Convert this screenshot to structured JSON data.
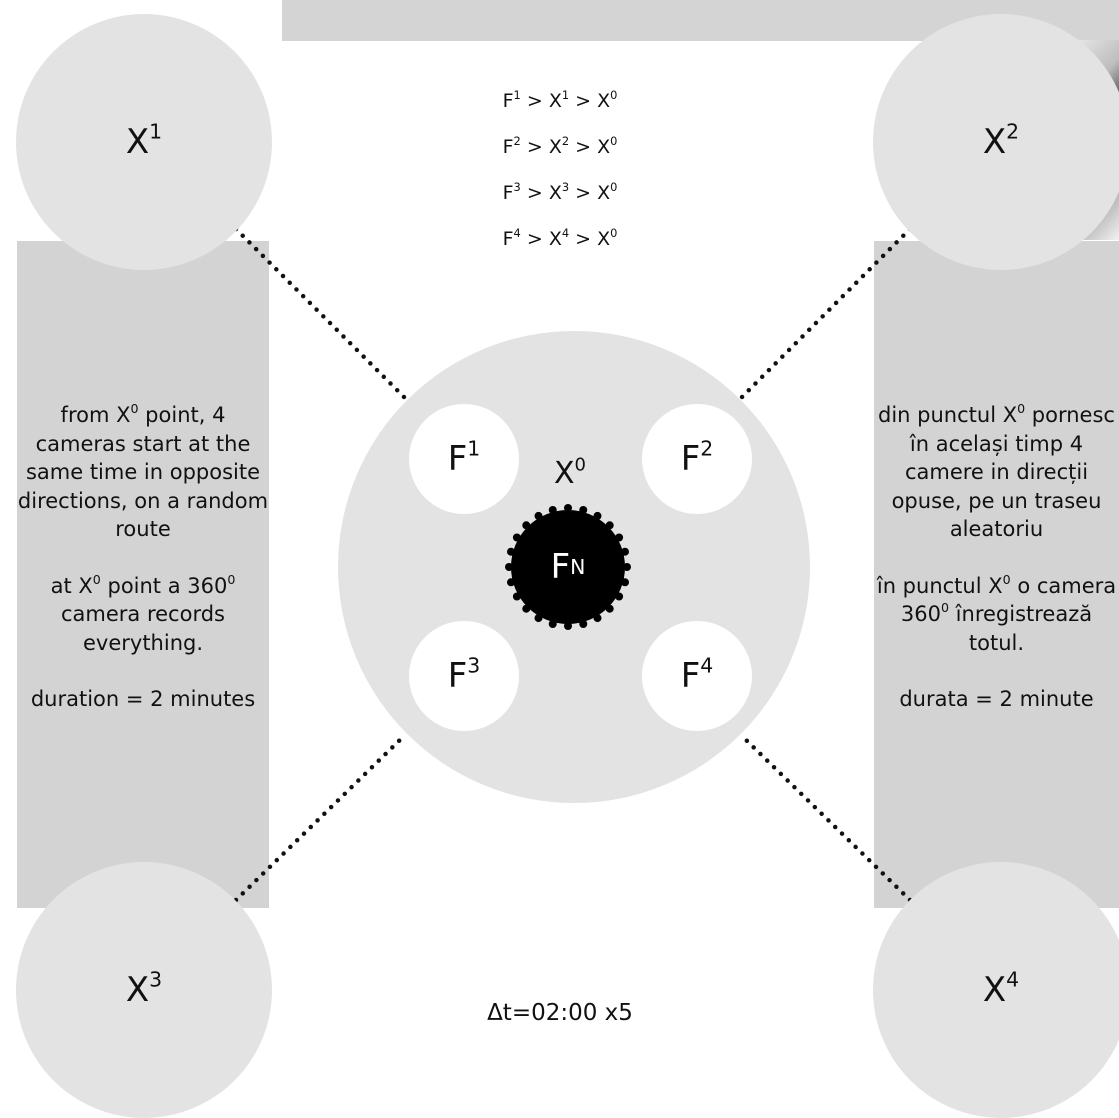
{
  "corners": {
    "x1": {
      "base": "X",
      "sup": "1"
    },
    "x2": {
      "base": "X",
      "sup": "2"
    },
    "x3": {
      "base": "X",
      "sup": "3"
    },
    "x4": {
      "base": "X",
      "sup": "4"
    }
  },
  "formulas": [
    {
      "f": "F",
      "fs": "1",
      "x": "X",
      "xs": "1",
      "z": "X",
      "zs": "0"
    },
    {
      "f": "F",
      "fs": "2",
      "x": "X",
      "xs": "2",
      "z": "X",
      "zs": "0"
    },
    {
      "f": "F",
      "fs": "3",
      "x": "X",
      "xs": "3",
      "z": "X",
      "zs": "0"
    },
    {
      "f": "F",
      "fs": "4",
      "x": "X",
      "xs": "4",
      "z": "X",
      "zs": "0"
    }
  ],
  "formula_sep": ">",
  "center": {
    "x0": {
      "base": "X",
      "sup": "0"
    },
    "fn": {
      "base": "F",
      "sup": "N"
    },
    "f1": {
      "base": "F",
      "sup": "1"
    },
    "f2": {
      "base": "F",
      "sup": "2"
    },
    "f3": {
      "base": "F",
      "sup": "3"
    },
    "f4": {
      "base": "F",
      "sup": "4"
    }
  },
  "left_panel": {
    "p1_a": "from X",
    "p1_sup": "0",
    "p1_b": " point, 4 cameras start at the same time in opposite directions, on a random route",
    "p2_a": "at X",
    "p2_sup": "0",
    "p2_b": " point a 360",
    "p2_sup2": "0",
    "p2_c": " camera records everything.",
    "p3": "duration = 2 minutes"
  },
  "right_panel": {
    "p1_a": "din punctul X",
    "p1_sup": "0",
    "p1_b": " pornesc în același timp 4 camere in direcții opuse, pe un traseu aleatoriu",
    "p2_a": "în punctul X",
    "p2_sup": "0",
    "p2_b": " o camera 360",
    "p2_sup2": "0",
    "p2_c": " înregistrează totul.",
    "p3": "durata = 2 minute"
  },
  "delta": "Δt=02:00 x5",
  "colors": {
    "panel": "#d3d3d3",
    "circle": "#e3e3e3",
    "fn_fill": "#000000",
    "dots": "#111111"
  }
}
